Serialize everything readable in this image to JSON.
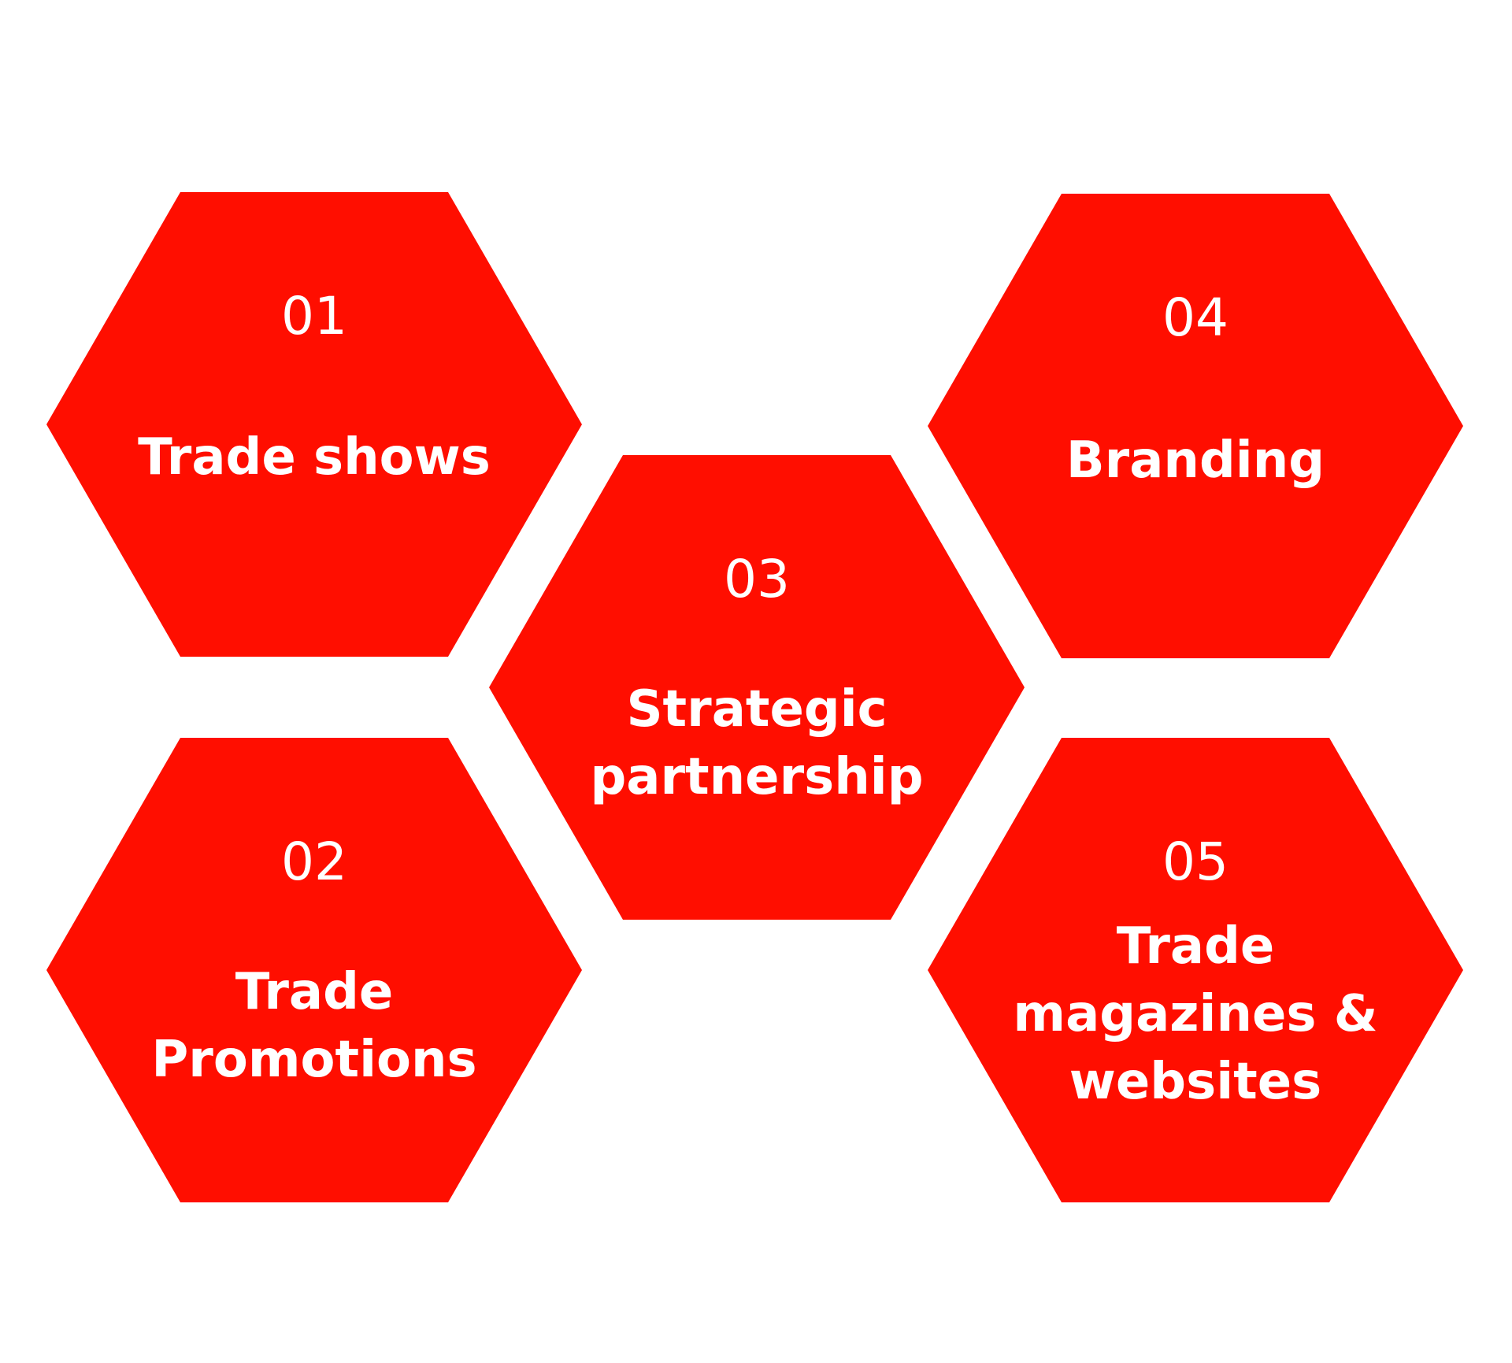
{
  "colors": {
    "hexagon_fill": "#ff0e00",
    "text": "#ffffff",
    "background": "#ffffff"
  },
  "items": [
    {
      "number": "01",
      "label": "Trade shows"
    },
    {
      "number": "02",
      "label": "Trade Promotions"
    },
    {
      "number": "03",
      "label": "Strategic partnership"
    },
    {
      "number": "04",
      "label": "Branding"
    },
    {
      "number": "05",
      "label": "Trade magazines & websites"
    }
  ]
}
